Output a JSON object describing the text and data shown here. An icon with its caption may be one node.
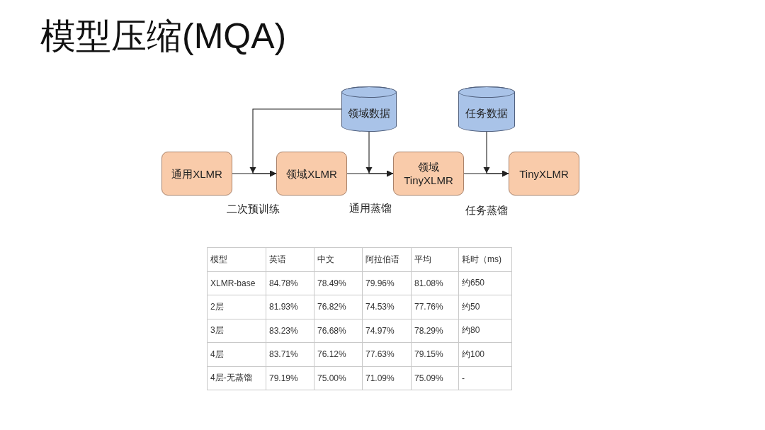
{
  "diagram": {
    "title": "模型压缩(MQA)",
    "nodes": [
      {
        "text": [
          "通用XLMR"
        ]
      },
      {
        "text": [
          "领域XLMR"
        ]
      },
      {
        "text": [
          "领域 TinyXLMR"
        ]
      },
      {
        "text": [
          "TinyXLMR"
        ]
      },
      {
        "text": [
          "领域数据"
        ]
      },
      {
        "text": [
          "任务数据"
        ]
      }
    ],
    "edges": [
      {
        "from": 0,
        "to": 1,
        "arrow": "to",
        "label": "二次预训练"
      },
      {
        "from": 1,
        "to": 2,
        "arrow": "to",
        "label": "通用蒸馏"
      },
      {
        "from": 2,
        "to": 3,
        "arrow": "to",
        "label": "任务蒸馏"
      },
      {
        "from": 4,
        "to": 1,
        "arrow": "to"
      },
      {
        "from": 4,
        "to": 2,
        "arrow": "to"
      },
      {
        "from": 5,
        "to": 3,
        "arrow": "to"
      }
    ],
    "labels": [
      "模型",
      "英语",
      "中文",
      "阿拉伯语",
      "平均",
      "耗时（ms)",
      "XLMR-base",
      "84.78%",
      "78.49%",
      "79.96%",
      "81.08%",
      "约650",
      "2层",
      "81.93%",
      "76.82%",
      "74.53%",
      "77.76%",
      "约50",
      "3层",
      "83.23%",
      "76.68%",
      "74.97%",
      "78.29%",
      "约80",
      "4层",
      "83.71%",
      "76.12%",
      "77.63%",
      "79.15%",
      "约100",
      "4层-无蒸馏",
      "79.19%",
      "75.00%",
      "71.09%",
      "75.09%",
      "-"
    ]
  }
}
